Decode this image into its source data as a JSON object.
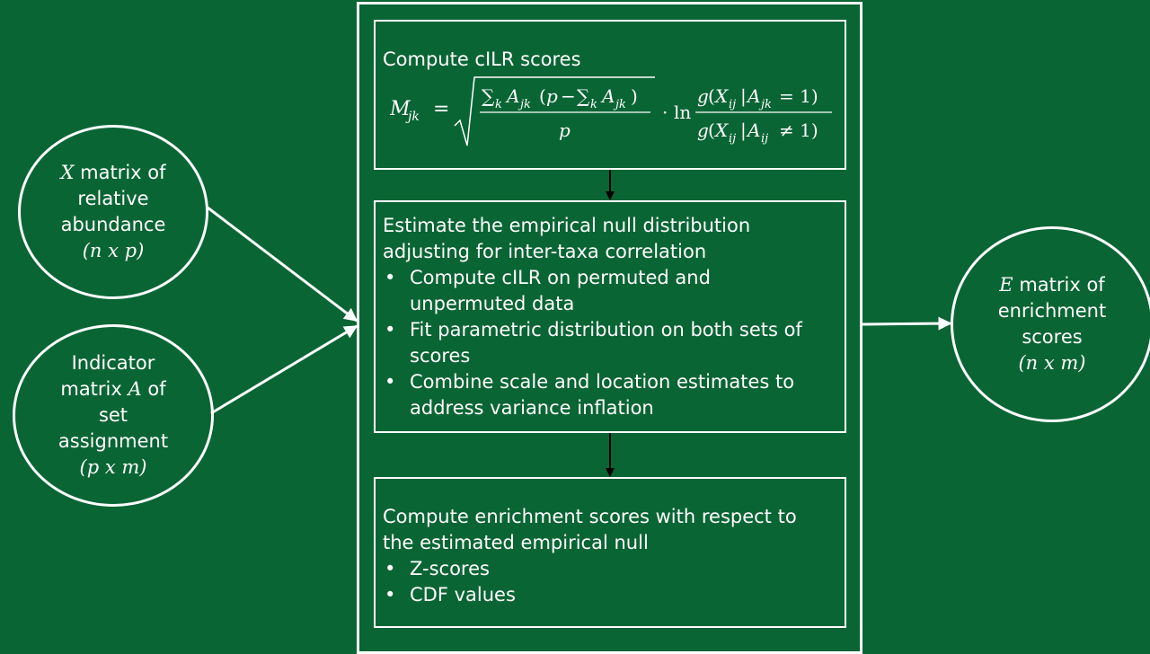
{
  "input_x": {
    "symbol": "X",
    "text_line1": "matrix of",
    "text_line2": "relative",
    "text_line3": "abundance",
    "dims": "(n x p)"
  },
  "input_a": {
    "line1": "Indicator",
    "line2_text": "matrix",
    "symbol": "A",
    "line2_suffix": "of",
    "line3": "set",
    "line4": "assignment",
    "dims": "(p x m)"
  },
  "step1": {
    "title": "Compute cILR scores",
    "formula": "M_jk = sqrt( Σ_k A_jk (p − Σ_k A_jk) / p ) · ln [ g(X_ij | A_jk = 1) / g(X_ij | A_ij ≠ 1) ]"
  },
  "step2": {
    "title_line1": "Estimate the empirical null distribution",
    "title_line2": "adjusting for inter-taxa correlation",
    "bullets": [
      [
        "Compute cILR on permuted and",
        "unpermuted data"
      ],
      [
        "Fit parametric distribution on both sets of",
        "scores"
      ],
      [
        "Combine scale and location estimates to",
        "address variance inflation"
      ]
    ]
  },
  "step3": {
    "title_line1": "Compute enrichment scores with respect to",
    "title_line2": "the estimated empirical null",
    "bullets": [
      "Z-scores",
      "CDF values"
    ]
  },
  "output_e": {
    "symbol": "E",
    "text_line1": "matrix of",
    "text_line2": "enrichment",
    "text_line3": "scores",
    "dims": "(n x m)"
  },
  "colors": {
    "background": "#0a6534",
    "foreground": "#ffffff",
    "connector": "#000000"
  }
}
